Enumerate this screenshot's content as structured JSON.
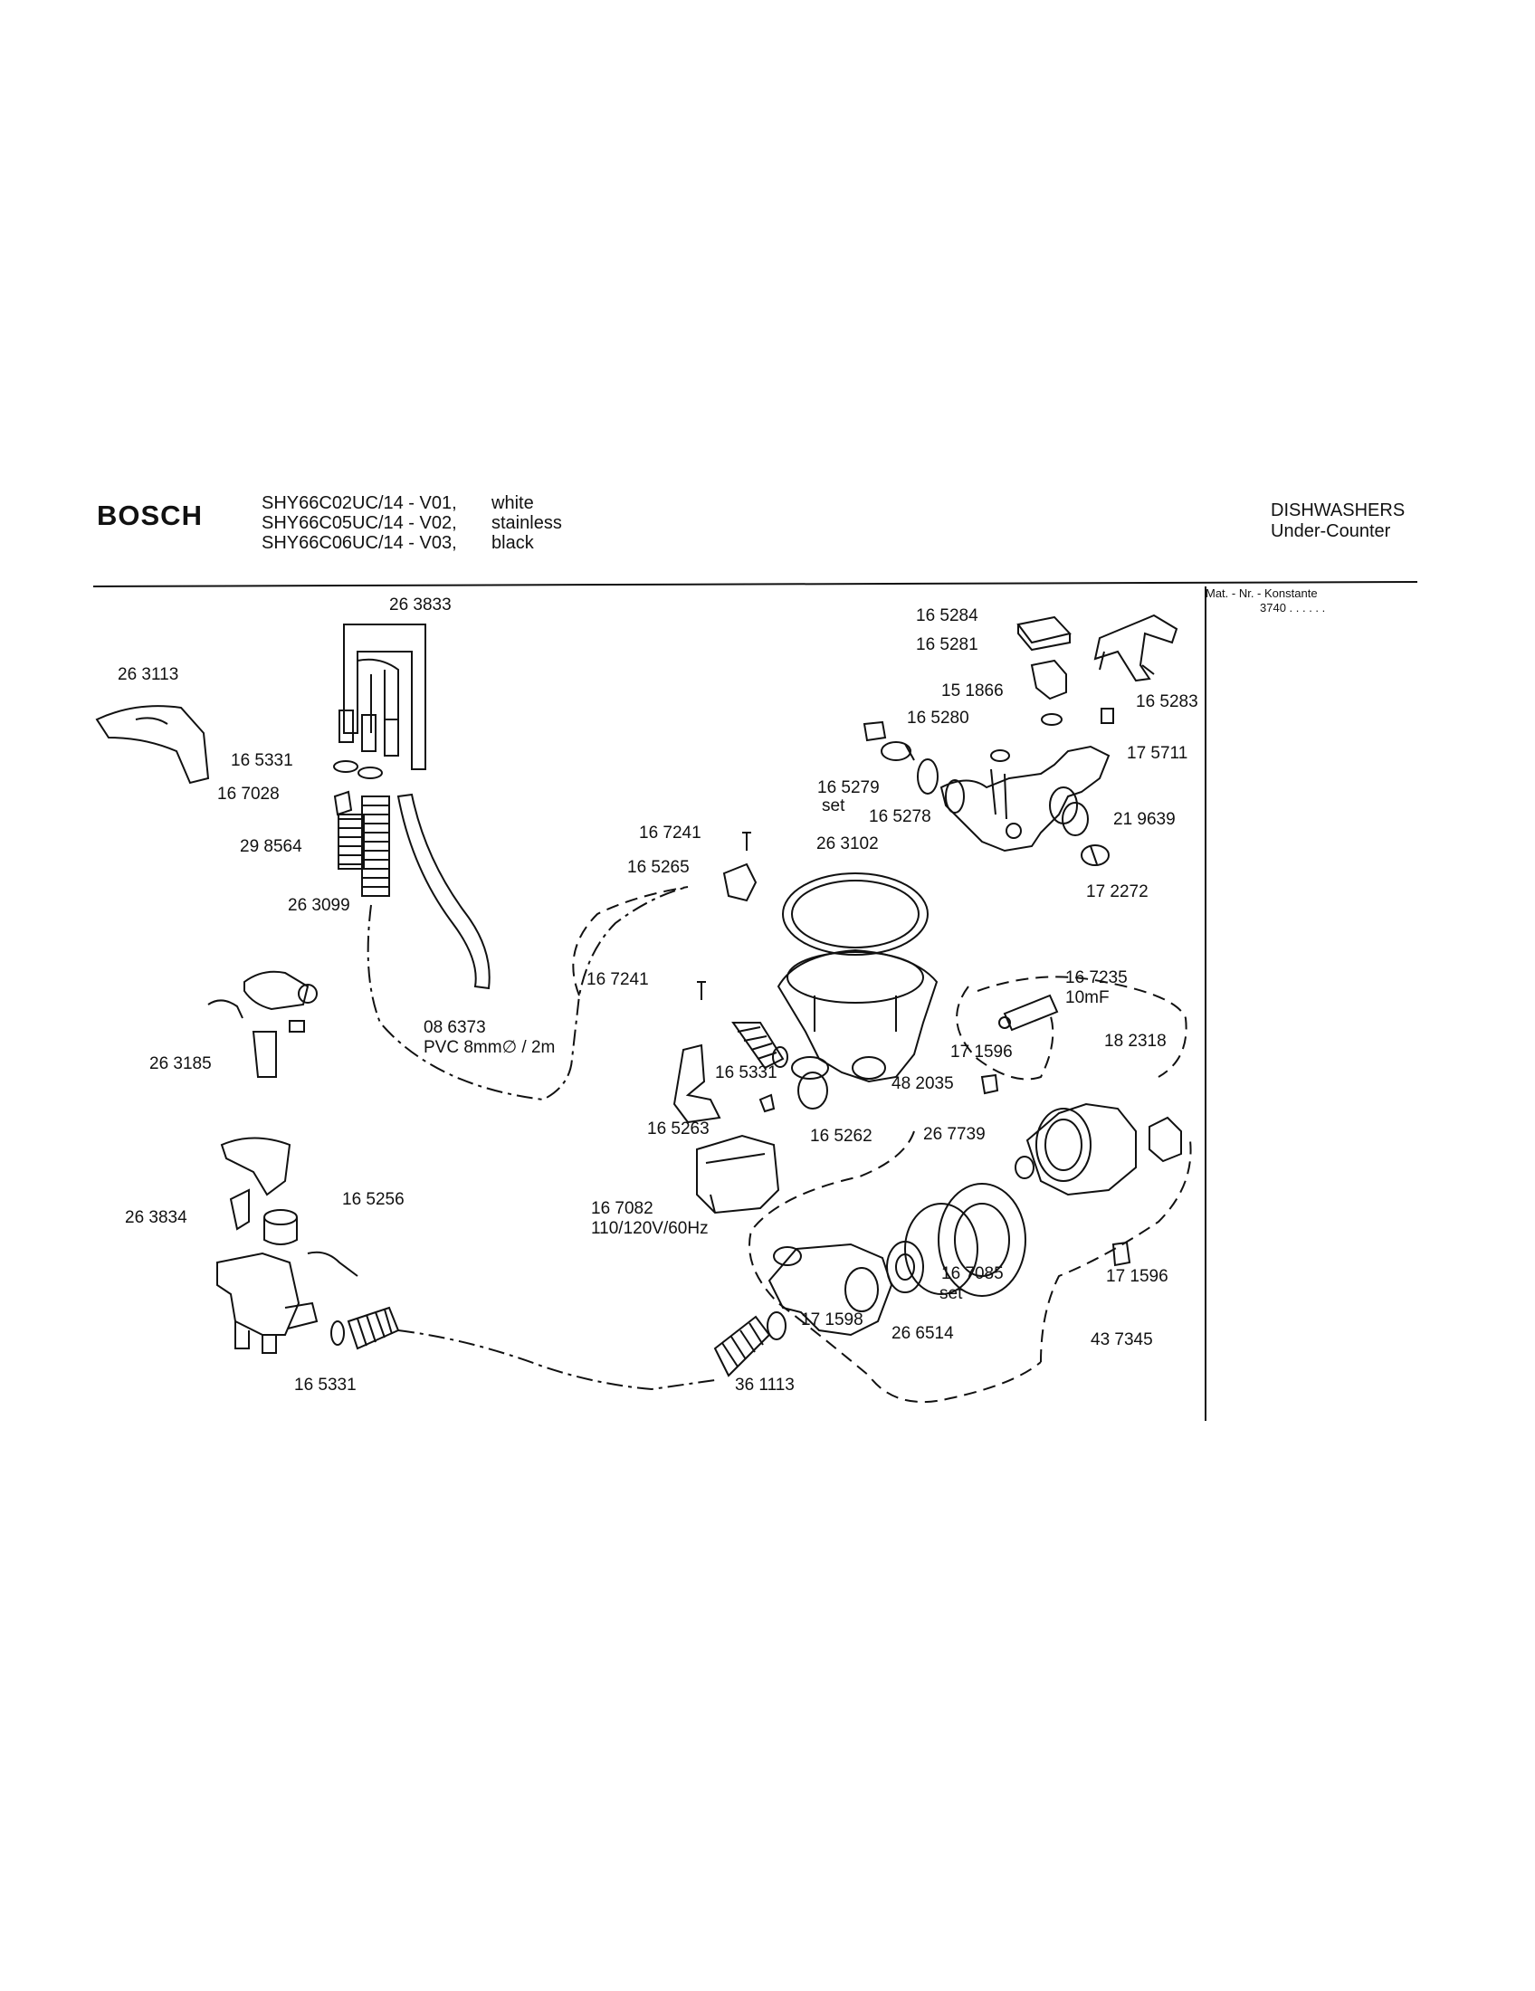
{
  "header": {
    "brand": "BOSCH",
    "models": [
      {
        "code": "SHY66C02UC/14 - V01,",
        "color": "white"
      },
      {
        "code": "SHY66C05UC/14 - V02,",
        "color": "stainless"
      },
      {
        "code": "SHY66C06UC/14 - V03,",
        "color": "black"
      }
    ],
    "category": "DISHWASHERS",
    "subcategory": "Under-Counter"
  },
  "side_panel": {
    "title": "Mat. - Nr. - Konstante",
    "value": "3740 . . . . . ."
  },
  "labels": [
    "26 3833",
    "26 3113",
    "16 5331",
    "16 7028",
    "29 8564",
    "26 3099",
    "08 6373",
    "PVC 8mm∅ / 2m",
    "26 3185",
    "26 3834",
    "16 5256",
    "16 5331",
    "36 1113",
    "16 5284",
    "16 5281",
    "15 1866",
    "16 5280",
    "16 5283",
    "17 5711",
    "16 5279",
    "set",
    "16 5278",
    "21 9639",
    "17 2272",
    "16 7241",
    "16 5265",
    "26 3102",
    "16 7241",
    "16 5331",
    "48 2035",
    "16 5263",
    "16 5262",
    "16 7082",
    "110/120V/60Hz",
    "16 7235",
    "10mF",
    "17 1596",
    "18 2318",
    "26 7739",
    "16 7085",
    "set",
    "17 1596",
    "17 1598",
    "26 6514",
    "43 7345"
  ]
}
